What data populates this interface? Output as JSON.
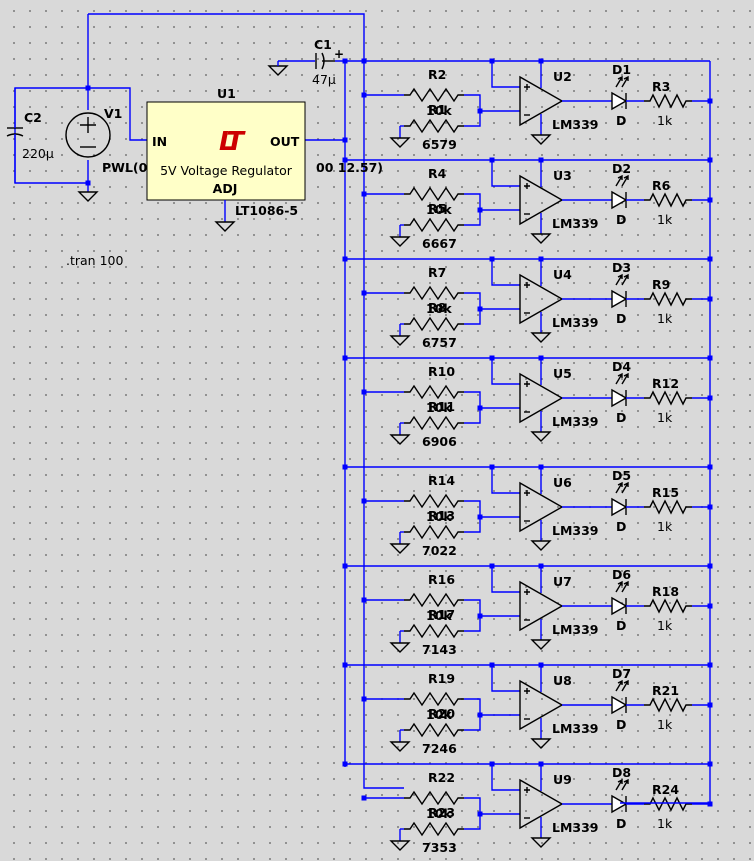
{
  "v1": {
    "ref": "V1",
    "value": "PWL(0"
  },
  "c2": {
    "ref": "C2",
    "value": "220µ"
  },
  "c1": {
    "ref": "C1",
    "value": "47µ"
  },
  "u1": {
    "ref": "U1",
    "pin_in": "IN",
    "pin_out": "OUT",
    "pin_adj": "ADJ",
    "title": "5V Voltage Regulator",
    "part": "LT1086-5",
    "logo": "LT"
  },
  "pwl_tail": "00 12.57)",
  "directive": ".tran 100",
  "stages": [
    {
      "u": "U2",
      "r_top": "R2",
      "r_top_val": "10k",
      "r_bot": "R1",
      "r_bot_val": "6579",
      "led": "D1",
      "led_val": "D",
      "r_led": "R3",
      "r_led_val": "1k",
      "opamp": "LM339"
    },
    {
      "u": "U3",
      "r_top": "R4",
      "r_top_val": "10k",
      "r_bot": "R5",
      "r_bot_val": "6667",
      "led": "D2",
      "led_val": "D",
      "r_led": "R6",
      "r_led_val": "1k",
      "opamp": "LM339"
    },
    {
      "u": "U4",
      "r_top": "R7",
      "r_top_val": "10k",
      "r_bot": "R8",
      "r_bot_val": "6757",
      "led": "D3",
      "led_val": "D",
      "r_led": "R9",
      "r_led_val": "1k",
      "opamp": "LM339"
    },
    {
      "u": "U5",
      "r_top": "R10",
      "r_top_val": "10k",
      "r_bot": "R11",
      "r_bot_val": "6906",
      "led": "D4",
      "led_val": "D",
      "r_led": "R12",
      "r_led_val": "1k",
      "opamp": "LM339"
    },
    {
      "u": "U6",
      "r_top": "R14",
      "r_top_val": "10k",
      "r_bot": "R13",
      "r_bot_val": "7022",
      "led": "D5",
      "led_val": "D",
      "r_led": "R15",
      "r_led_val": "1k",
      "opamp": "LM339"
    },
    {
      "u": "U7",
      "r_top": "R16",
      "r_top_val": "10k",
      "r_bot": "R17",
      "r_bot_val": "7143",
      "led": "D6",
      "led_val": "D",
      "r_led": "R18",
      "r_led_val": "1k",
      "opamp": "LM339"
    },
    {
      "u": "U8",
      "r_top": "R19",
      "r_top_val": "10k",
      "r_bot": "R20",
      "r_bot_val": "7246",
      "led": "D7",
      "led_val": "D",
      "r_led": "R21",
      "r_led_val": "1k",
      "opamp": "LM339"
    },
    {
      "u": "U9",
      "r_top": "R22",
      "r_top_val": "10k",
      "r_bot": "R23",
      "r_bot_val": "7353",
      "led": "D8",
      "led_val": "D",
      "r_led": "R24",
      "r_led_val": "1k",
      "opamp": "LM339"
    }
  ],
  "colors": {
    "wire": "#0000ff",
    "component": "#000000",
    "background": "#d9d9d9",
    "regulator_fill": "#ffffc8",
    "logo": "#cc0000"
  }
}
